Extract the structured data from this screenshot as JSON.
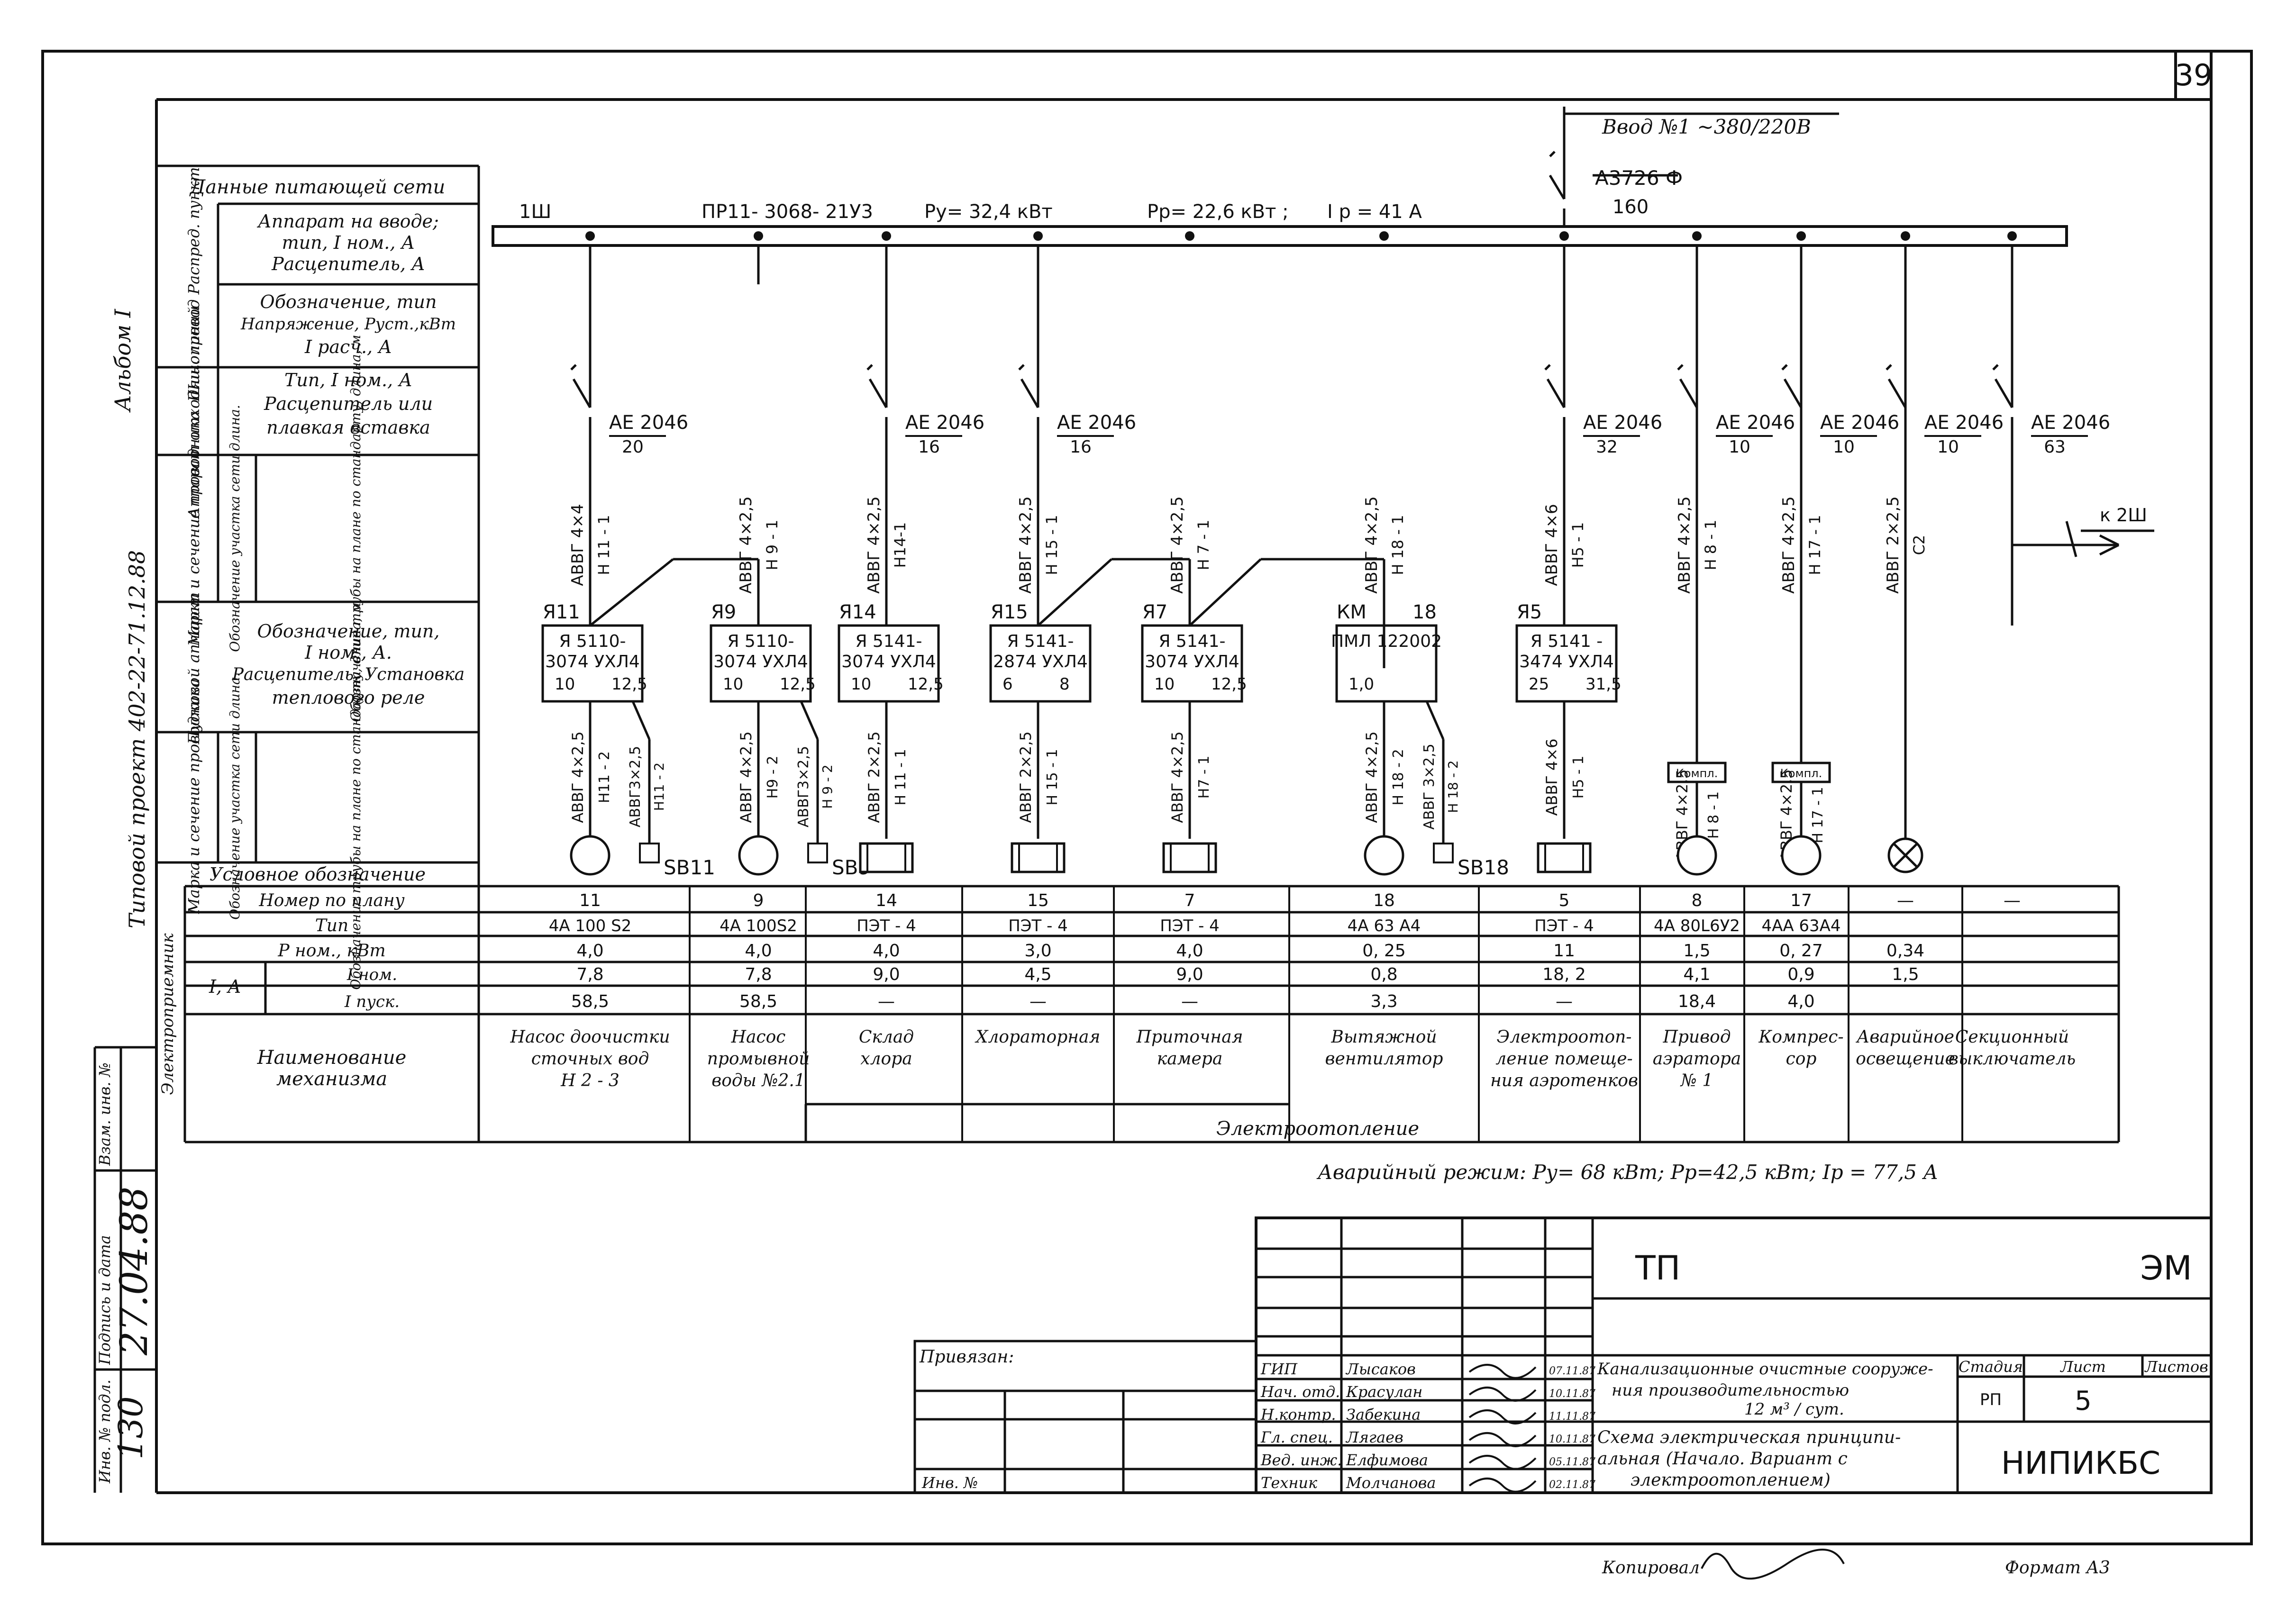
{
  "sheet": {
    "page_number": "39",
    "album": "Альбом I",
    "project": "Типовой проект 402-22-71.12.88"
  },
  "left_labels": {
    "network_data": "Данные питающей сети",
    "busbar_group": "Шинопровод Распред. пункт",
    "busbar_row1_a": "Аппарат на вводе;",
    "busbar_row1_b": "тип, I ном., А",
    "busbar_row1_c": "Расцепитель, А",
    "busbar_row2_a": "Обозначение, тип",
    "busbar_row2_b": "Напряжение, Руст.,кВт",
    "busbar_row2_c": "I расч., А",
    "line_app_group": "Аппарат отходящ. линий",
    "line_app_a": "Тип, I ном., А",
    "line_app_b": "Расцепитель или",
    "line_app_c": "плавкая вставка",
    "wire_group": "Марка и сечение проводника",
    "wire_sub1": "Обозначение участка сети длина.",
    "wire_sub2": "Обозначение трубы на плане по стандарту, длина, м",
    "starter_group": "Пусковой аппарат",
    "starter_a": "Обозначение, тип,",
    "starter_b": "I ном., А.",
    "starter_c": "Расцепитель. Установка",
    "starter_d": "теплового реле",
    "symbol": "Условное обозначение",
    "receiver_group": "Электроприемник",
    "row_num": "Номер по плану",
    "row_type": "Тип",
    "row_p": "Р ном., кВт",
    "row_i": "I, А",
    "row_inom": "I ном.",
    "row_istart": "I пуск.",
    "mech_a": "Наименование",
    "mech_b": "механизма"
  },
  "header": {
    "bus_id": "1Ш",
    "bus_type": "ПР11- 3068- 21У3",
    "py": "Ру= 32,4 кВт",
    "pp": "Рр= 22,6 кВт ;",
    "ip": "I р = 41 А",
    "input": "Ввод №1 ~380/220В",
    "breaker": "А3726 Ф",
    "breaker_rating": "160",
    "to_bus": "к 2Ш",
    "emergency": "Аварийный режим: Ру= 68 кВт; Рр=42,5 кВт; Iр = 77,5 А",
    "heating": "Электроотопление"
  },
  "feeders": [
    {
      "breaker": "АЕ 2046",
      "rating": "20",
      "cable": "АВВГ 4×4",
      "cable_id": "Н 11 - 1",
      "starter_id": "Я11",
      "starter_type": "Я 5110-",
      "starter_type2": "3074 УХЛ4",
      "starter_r1": "10",
      "starter_r2": "12,5",
      "cable2": "АВВГ 4×2,5",
      "cable2_id": "Н11 - 2",
      "cable3": "АВВГ3×2,5",
      "cable3_id": "Н11 - 2",
      "sb": "SB11",
      "num": "11",
      "type": "4А 100 S2",
      "p": "4,0",
      "inom": "7,8",
      "istart": "58,5",
      "mech": [
        "Насос доочистки",
        "сточных вод",
        "Н 2 - 3"
      ],
      "sym": "motor"
    },
    {
      "breaker": "",
      "rating": "",
      "cable": "АВВГ 4×2,5",
      "cable_id": "Н 9 - 1",
      "starter_id": "Я9",
      "starter_type": "Я 5110-",
      "starter_type2": "3074 УХЛ4",
      "starter_r1": "10",
      "starter_r2": "12,5",
      "cable2": "АВВГ 4×2,5",
      "cable2_id": "Н9 - 2",
      "cable3": "АВВГ3×2,5",
      "cable3_id": "Н 9 - 2",
      "sb": "SB9",
      "num": "9",
      "type": "4А 100S2",
      "p": "4,0",
      "inom": "7,8",
      "istart": "58,5",
      "mech": [
        "Насос",
        "промывной",
        "воды №2.1"
      ],
      "sym": "motor"
    },
    {
      "breaker": "АЕ 2046",
      "rating": "16",
      "cable": "АВВГ 4×2,5",
      "cable_id": "Н14-1",
      "starter_id": "Я14",
      "starter_type": "Я 5141-",
      "starter_type2": "3074 УХЛ4",
      "starter_r1": "10",
      "starter_r2": "12,5",
      "cable2": "АВВГ 2×2,5",
      "cable2_id": "Н 11 - 1",
      "num": "14",
      "type": "ПЭТ - 4",
      "p": "4,0",
      "inom": "9,0",
      "istart": "—",
      "mech": [
        "Склад",
        "хлора"
      ],
      "sym": "heater"
    },
    {
      "breaker": "АЕ 2046",
      "rating": "16",
      "cable": "АВВГ 4×2,5",
      "cable_id": "Н 15 - 1",
      "starter_id": "Я15",
      "starter_type": "Я 5141-",
      "starter_type2": "2874 УХЛ4",
      "starter_r1": "6",
      "starter_r2": "8",
      "cable2": "АВВГ 2×2,5",
      "cable2_id": "Н 15 - 1",
      "num": "15",
      "type": "ПЭТ - 4",
      "p": "3,0",
      "inom": "4,5",
      "istart": "—",
      "mech": [
        "Хлораторная"
      ],
      "sym": "heater"
    },
    {
      "breaker": "",
      "rating": "",
      "cable": "АВВГ 4×2,5",
      "cable_id": "Н 7 - 1",
      "starter_id": "Я7",
      "starter_type": "Я 5141-",
      "starter_type2": "3074 УХЛ4",
      "starter_r1": "10",
      "starter_r2": "12,5",
      "cable2": "АВВГ 4×2,5",
      "cable2_id": "Н7 - 1",
      "num": "7",
      "type": "ПЭТ - 4",
      "p": "4,0",
      "inom": "9,0",
      "istart": "—",
      "mech": [
        "Приточная",
        "камера"
      ],
      "sym": "heater"
    },
    {
      "breaker": "",
      "rating": "",
      "cable": "АВВГ 4×2,5",
      "cable_id": "Н 18 - 1",
      "starter_id": "КМ",
      "starter_num": "18",
      "starter_type": "ПМЛ 122002",
      "starter_type2": "",
      "starter_r1": "1,0",
      "starter_r2": "",
      "cable2": "АВВГ 4×2,5",
      "cable2_id": "Н 18 - 2",
      "cable3": "АВВГ 3×2,5",
      "cable3_id": "Н 18 - 2",
      "sb": "SB18",
      "num": "18",
      "type": "4А 63 А4",
      "p": "0, 25",
      "inom": "0,8",
      "istart": "3,3",
      "mech": [
        "Вытяжной",
        "вентилятор"
      ],
      "sym": "motor"
    },
    {
      "breaker": "АЕ 2046",
      "rating": "32",
      "cable": "АВВГ 4×6",
      "cable_id": "Н5 - 1",
      "starter_id": "Я5",
      "starter_type": "Я 5141 -",
      "starter_type2": "3474 УХЛ4",
      "starter_r1": "25",
      "starter_r2": "31,5",
      "cable2": "АВВГ 4×6",
      "cable2_id": "Н5 - 1",
      "num": "5",
      "type": "ПЭТ - 4",
      "p": "11",
      "inom": "18, 2",
      "istart": "—",
      "mech": [
        "Электроотоп-",
        "ление помеще-",
        "ния аэротенков"
      ],
      "sym": "heater"
    },
    {
      "breaker": "АЕ 2046",
      "rating": "10",
      "cable": "АВВГ 4×2,5",
      "cable_id": "Н 8 - 1",
      "box": "Компл.",
      "num": "8",
      "type": "4А 80L6У2",
      "p": "1,5",
      "inom": "4,1",
      "istart": "18,4",
      "mech": [
        "Привод",
        "аэратора",
        "№ 1"
      ],
      "sym": "motor"
    },
    {
      "breaker": "АЕ 2046",
      "rating": "10",
      "cable": "АВВГ 4×2,5",
      "cable_id": "Н 17 - 1",
      "box": "Компл.",
      "num": "17",
      "type": "4АА 63А4",
      "p": "0, 27",
      "inom": "0,9",
      "istart": "4,0",
      "mech": [
        "Компрес-",
        "сор"
      ],
      "sym": "motor"
    },
    {
      "breaker": "АЕ 2046",
      "rating": "10",
      "cable": "АВВГ 2×2,5",
      "cable_id": "С2",
      "num": "—",
      "type": "",
      "p": "0,34",
      "inom": "1,5",
      "istart": "",
      "mech": [
        "Аварийное",
        "освещение"
      ],
      "sym": "lamp"
    },
    {
      "breaker": "АЕ 2046",
      "rating": "63",
      "num": "—",
      "type": "",
      "p": "",
      "inom": "",
      "istart": "",
      "mech": [
        "Секционный",
        "выключатель"
      ],
      "sym": "none"
    }
  ],
  "title_block": {
    "bound": "Привязан:",
    "inv": "Инв. №",
    "tp": "ТП",
    "em": "ЭМ",
    "roles": [
      "ГИП",
      "Нач. отд.",
      "Н.контр.",
      "Гл. спец.",
      "Вед. инж.",
      "Техник"
    ],
    "names": [
      "Лысаков",
      "Красулан",
      "Забекина",
      "Лягаев",
      "Елфимова",
      "Молчанова"
    ],
    "dates": [
      "07.11.87",
      "10.11.87",
      "11.11.87",
      "10.11.87",
      "05.11.87",
      "02.11.87"
    ],
    "desc1_a": "Канализационные очистные сооруже-",
    "desc1_b": "ния производительностью",
    "desc1_c": "12 м³ / сут.",
    "desc2_a": "Схема электрическая принципи-",
    "desc2_b": "альная (Начало. Вариант с",
    "desc2_c": "электроотоплением)",
    "stage_h": "Стадия",
    "sheet_h": "Лист",
    "sheets_h": "Листов",
    "stage": "РП",
    "sheet": "5",
    "org": "НИПИКБС",
    "copied": "Копировал",
    "format": "Формат А3"
  },
  "side_stamp": {
    "inv_orig": "Инв. № подл.",
    "inv_orig_val": "130",
    "sign": "Подпись и дата",
    "sign_val": "27.04.88",
    "replace": "Взам. инв. №"
  }
}
